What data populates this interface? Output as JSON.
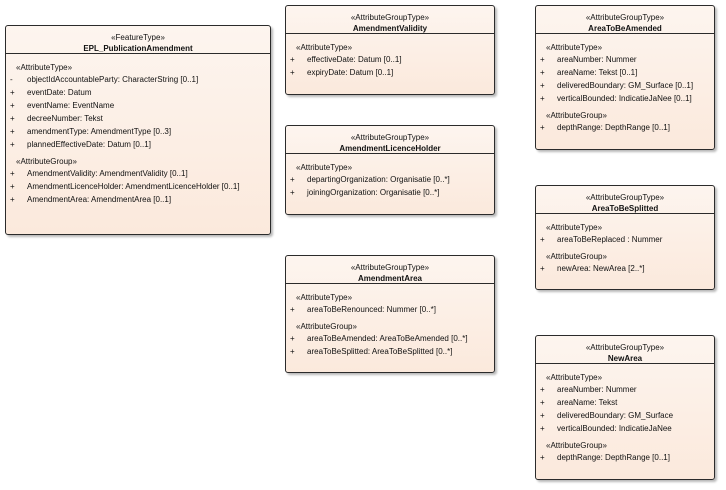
{
  "classes": [
    {
      "id": "epl",
      "stereotype": "«FeatureType»",
      "name": "EPL_PublicationAmendment",
      "sections": [
        {
          "label": "«AttributeType»",
          "rows": [
            {
              "vis": "-",
              "text": "objectIdAccountableParty: CharacterString [0..1]"
            },
            {
              "vis": "+",
              "text": "eventDate: Datum"
            },
            {
              "vis": "+",
              "text": "eventName: EventName"
            },
            {
              "vis": "+",
              "text": "decreeNumber: Tekst"
            },
            {
              "vis": "+",
              "text": "amendmentType: AmendmentType [0..3]"
            },
            {
              "vis": "+",
              "text": "plannedEffectiveDate: Datum [0..1]"
            }
          ]
        },
        {
          "label": "«AttributeGroup»",
          "rows": [
            {
              "vis": "+",
              "text": "AmendmentValidity: AmendmentValidity [0..1]"
            },
            {
              "vis": "+",
              "text": "AmendmentLicenceHolder: AmendmentLicenceHolder [0..1]"
            },
            {
              "vis": "+",
              "text": "AmendmentArea: AmendmentArea [0..1]"
            }
          ]
        }
      ]
    },
    {
      "id": "validity",
      "stereotype": "«AttributeGroupType»",
      "name": "AmendmentValidity",
      "sections": [
        {
          "label": "«AttributeType»",
          "rows": [
            {
              "vis": "+",
              "text": "effectiveDate: Datum [0..1]"
            },
            {
              "vis": "+",
              "text": "expiryDate: Datum [0..1]"
            }
          ]
        }
      ]
    },
    {
      "id": "licence",
      "stereotype": "«AttributeGroupType»",
      "name": "AmendmentLicenceHolder",
      "sections": [
        {
          "label": "«AttributeType»",
          "rows": [
            {
              "vis": "+",
              "text": "departingOrganization: Organisatie [0..*]"
            },
            {
              "vis": "+",
              "text": "joiningOrganization: Organisatie [0..*]"
            }
          ]
        }
      ]
    },
    {
      "id": "area",
      "stereotype": "«AttributeGroupType»",
      "name": "AmendmentArea",
      "sections": [
        {
          "label": "«AttributeType»",
          "rows": [
            {
              "vis": "+",
              "text": "areaToBeRenounced: Nummer [0..*]"
            }
          ]
        },
        {
          "label": "«AttributeGroup»",
          "rows": [
            {
              "vis": "+",
              "text": "areaToBeAmended: AreaToBeAmended [0..*]"
            },
            {
              "vis": "+",
              "text": "areaToBeSplitted: AreaToBeSplitted [0..*]"
            }
          ]
        }
      ]
    },
    {
      "id": "amended",
      "stereotype": "«AttributeGroupType»",
      "name": "AreaToBeAmended",
      "sections": [
        {
          "label": "«AttributeType»",
          "rows": [
            {
              "vis": "+",
              "text": "areaNumber: Nummer"
            },
            {
              "vis": "+",
              "text": "areaName: Tekst [0..1]"
            },
            {
              "vis": "+",
              "text": "deliveredBoundary: GM_Surface [0..1]"
            },
            {
              "vis": "+",
              "text": "verticalBounded: IndicatieJaNee [0..1]"
            }
          ]
        },
        {
          "label": "«AttributeGroup»",
          "rows": [
            {
              "vis": "+",
              "text": "depthRange: DepthRange [0..1]"
            }
          ]
        }
      ]
    },
    {
      "id": "splitted",
      "stereotype": "«AttributeGroupType»",
      "name": "AreaToBeSplitted",
      "sections": [
        {
          "label": "«AttributeType»",
          "rows": [
            {
              "vis": "+",
              "text": "areaToBeReplaced : Nummer"
            }
          ]
        },
        {
          "label": "«AttributeGroup»",
          "rows": [
            {
              "vis": "+",
              "text": "newArea: NewArea [2..*]"
            }
          ]
        }
      ]
    },
    {
      "id": "newarea",
      "stereotype": "«AttributeGroupType»",
      "name": "NewArea",
      "sections": [
        {
          "label": "«AttributeType»",
          "rows": [
            {
              "vis": "+",
              "text": "areaNumber: Nummer"
            },
            {
              "vis": "+",
              "text": "areaName: Tekst"
            },
            {
              "vis": "+",
              "text": "deliveredBoundary: GM_Surface"
            },
            {
              "vis": "+",
              "text": "verticalBounded: IndicatieJaNee"
            }
          ]
        },
        {
          "label": "«AttributeGroup»",
          "rows": [
            {
              "vis": "+",
              "text": "depthRange: DepthRange [0..1]"
            }
          ]
        }
      ]
    }
  ]
}
